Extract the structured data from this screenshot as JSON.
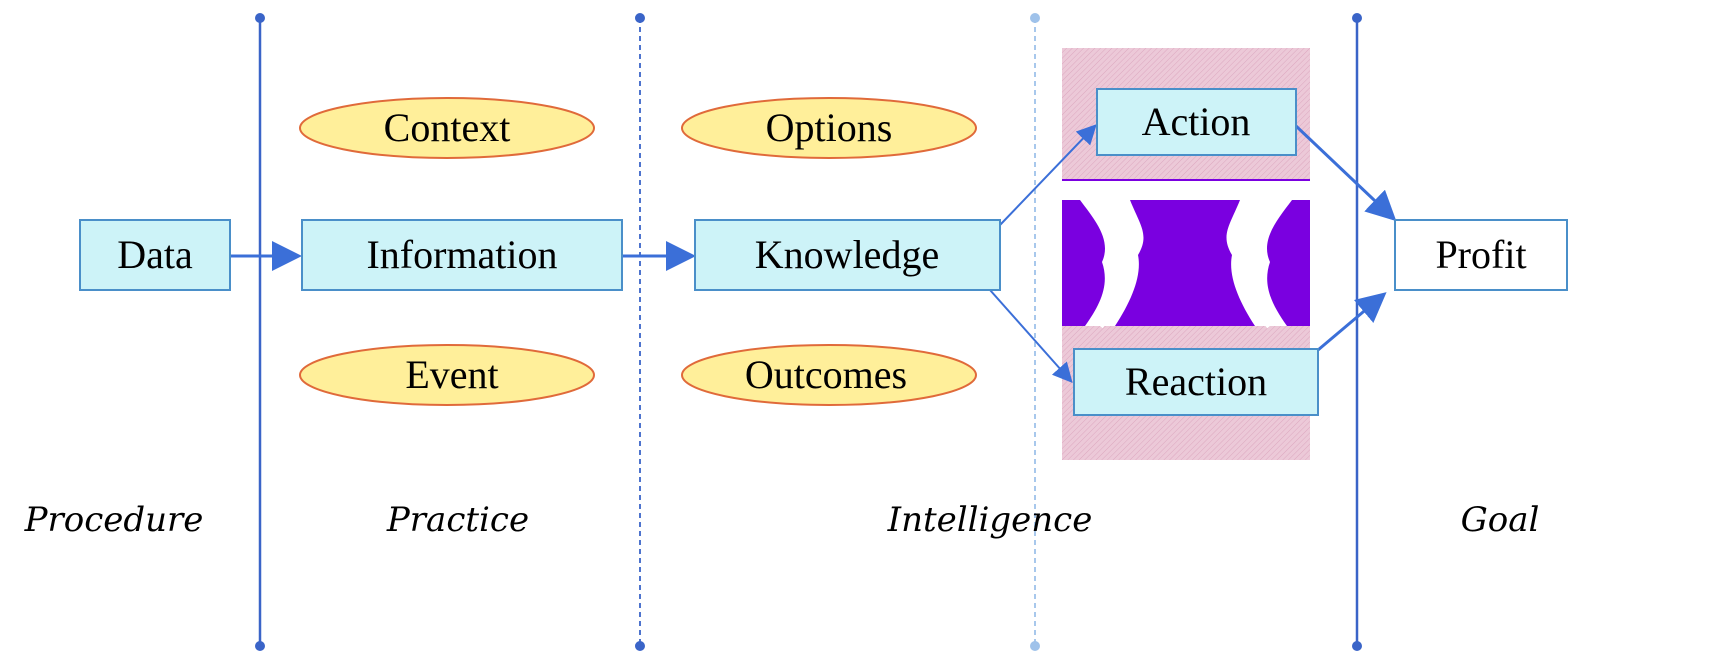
{
  "diagram": {
    "nodes": {
      "data": "Data",
      "information": "Information",
      "knowledge": "Knowledge",
      "action": "Action",
      "reaction": "Reaction",
      "profit": "Profit"
    },
    "ovals": {
      "context": "Context",
      "event": "Event",
      "options": "Options",
      "outcomes": "Outcomes"
    },
    "stages": {
      "procedure": "Procedure",
      "practice": "Practice",
      "intelligence": "Intelligence",
      "goal": "Goal"
    },
    "colors": {
      "box_fill": "#cdf3f8",
      "box_stroke": "#4a8fc9",
      "oval_fill": "#ffef9a",
      "oval_stroke": "#e06a3a",
      "line": "#3a64c8",
      "arrow": "#3b6fd8",
      "panel_bg": "#e9c3d3",
      "panel_purple": "#7a00e0"
    },
    "icon": "two-faces-silhouette-icon"
  }
}
